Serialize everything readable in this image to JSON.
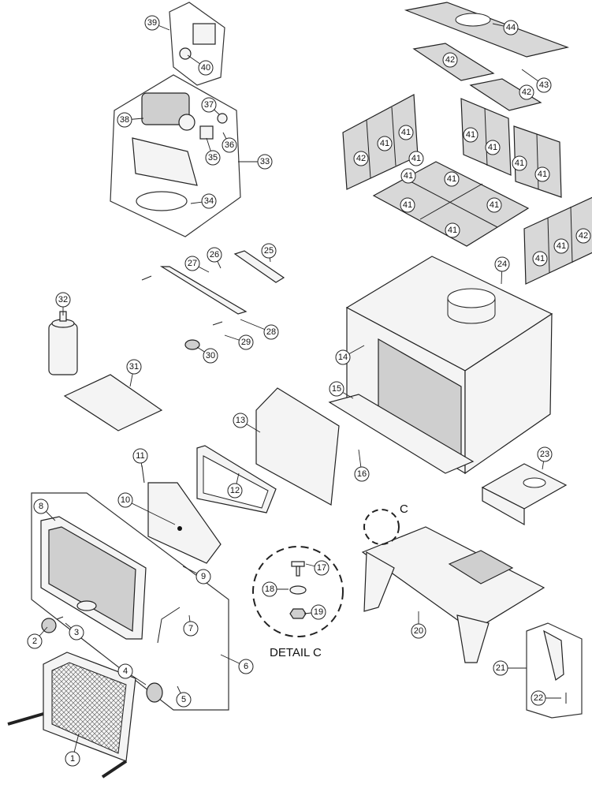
{
  "diagram": {
    "callouts": [
      "1",
      "2",
      "3",
      "4",
      "5",
      "6",
      "7",
      "8",
      "9",
      "10",
      "11",
      "12",
      "13",
      "14",
      "15",
      "16",
      "17",
      "18",
      "19",
      "20",
      "21",
      "22",
      "23",
      "24",
      "25",
      "26",
      "27",
      "28",
      "29",
      "30",
      "31",
      "32",
      "33",
      "34",
      "35",
      "36",
      "37",
      "38",
      "39",
      "40",
      "41",
      "41",
      "41",
      "41",
      "41",
      "41",
      "41",
      "41",
      "41",
      "41",
      "41",
      "41",
      "41",
      "41",
      "42",
      "42",
      "42",
      "42",
      "43",
      "44"
    ],
    "detail_label": "DETAIL C",
    "detail_letter": "C"
  }
}
